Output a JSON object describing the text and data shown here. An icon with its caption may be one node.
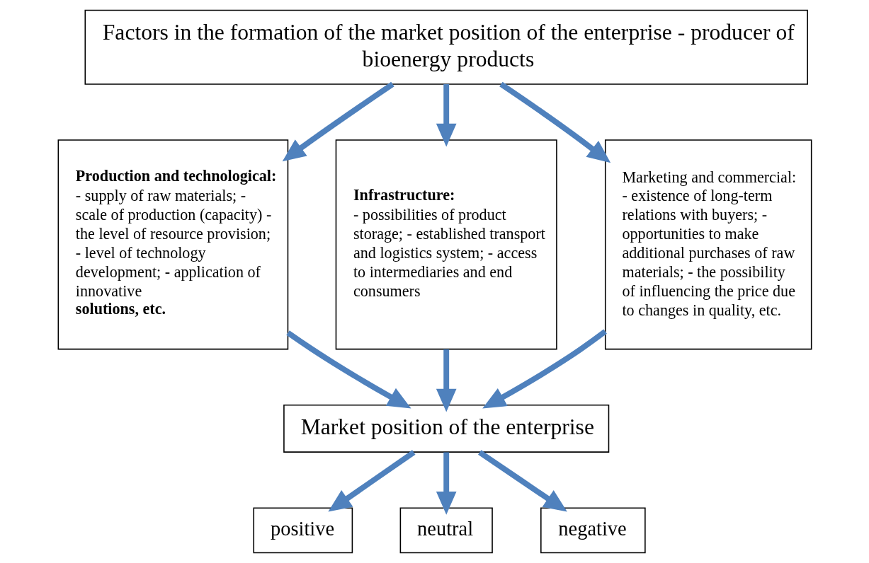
{
  "diagram": {
    "nodes": [
      {
        "text": [
          "Factors in the formation of the market position of the enterprise - producer of bioenergy products"
        ]
      },
      {
        "text": [
          "Production and technological:",
          "- supply of raw materials; - scale of production (capacity) - the level of resource provision; - level of technology development; - application of innovative **solutions, etc.**"
        ]
      },
      {
        "text": [
          "Infrastructure:",
          "- possibilities of product storage; - established transport and logistics system; - access to intermediaries and end consumers"
        ]
      },
      {
        "text": [
          "Marketing and commercial:",
          "- existence of long-term relations with buyers; - opportunities to make additional purchases of raw materials; - the possibility of influencing the price due to changes in quality, etc."
        ]
      },
      {
        "text": [
          "Market position of the enterprise"
        ]
      },
      {
        "text": [
          "positive"
        ]
      },
      {
        "text": [
          "neutral"
        ]
      },
      {
        "text": [
          "negative"
        ]
      }
    ],
    "edges": [
      {
        "from": 0,
        "to": 1,
        "arrow": "to"
      },
      {
        "from": 0,
        "to": 2,
        "arrow": "to"
      },
      {
        "from": 0,
        "to": 3,
        "arrow": "to"
      },
      {
        "from": 1,
        "to": 4,
        "arrow": "to"
      },
      {
        "from": 2,
        "to": 4,
        "arrow": "to"
      },
      {
        "from": 3,
        "to": 4,
        "arrow": "to"
      },
      {
        "from": 4,
        "to": 5,
        "arrow": "to"
      },
      {
        "from": 4,
        "to": 6,
        "arrow": "to"
      },
      {
        "from": 4,
        "to": 7,
        "arrow": "to"
      }
    ]
  }
}
